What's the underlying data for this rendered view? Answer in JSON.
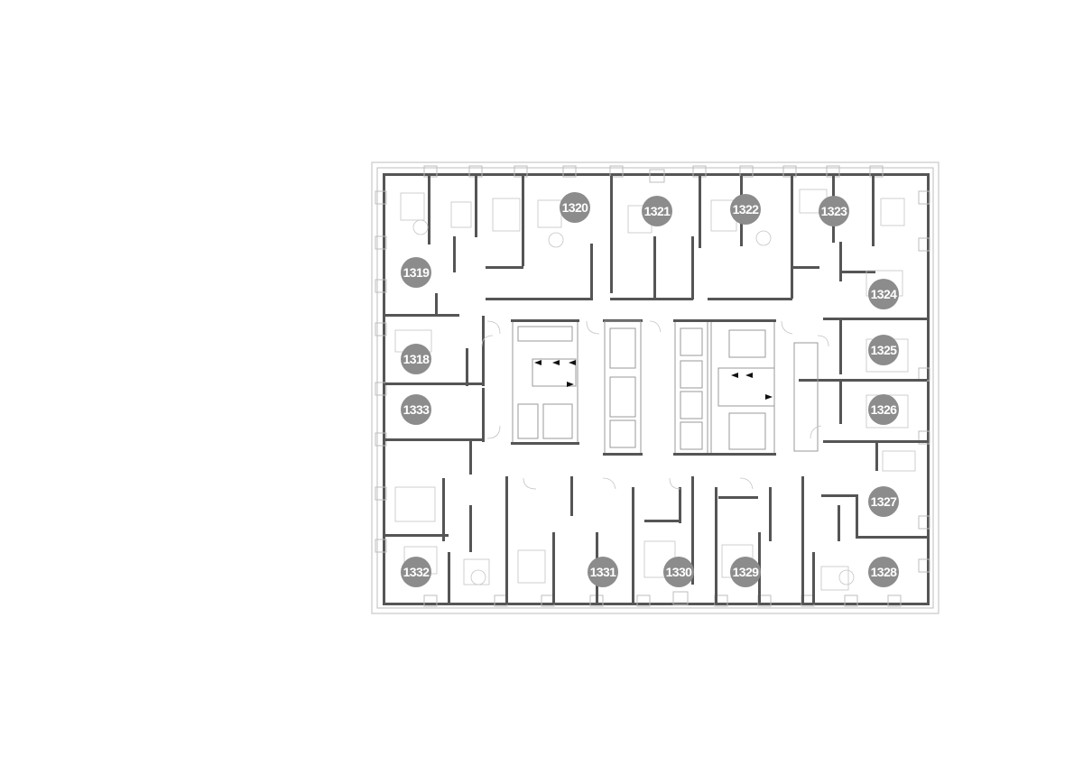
{
  "plan": {
    "colors": {
      "badge_fill": "#8c8c8c",
      "badge_text": "#ffffff",
      "wall": "#555555",
      "line": "#9a9a9a"
    },
    "units": [
      {
        "id": "1319",
        "label": "1319"
      },
      {
        "id": "1320",
        "label": "1320"
      },
      {
        "id": "1321",
        "label": "1321"
      },
      {
        "id": "1322",
        "label": "1322"
      },
      {
        "id": "1323",
        "label": "1323"
      },
      {
        "id": "1324",
        "label": "1324"
      },
      {
        "id": "1325",
        "label": "1325"
      },
      {
        "id": "1326",
        "label": "1326"
      },
      {
        "id": "1327",
        "label": "1327"
      },
      {
        "id": "1328",
        "label": "1328"
      },
      {
        "id": "1329",
        "label": "1329"
      },
      {
        "id": "1330",
        "label": "1330"
      },
      {
        "id": "1331",
        "label": "1331"
      },
      {
        "id": "1332",
        "label": "1332"
      },
      {
        "id": "1333",
        "label": "1333"
      },
      {
        "id": "1318",
        "label": "1318"
      }
    ]
  }
}
